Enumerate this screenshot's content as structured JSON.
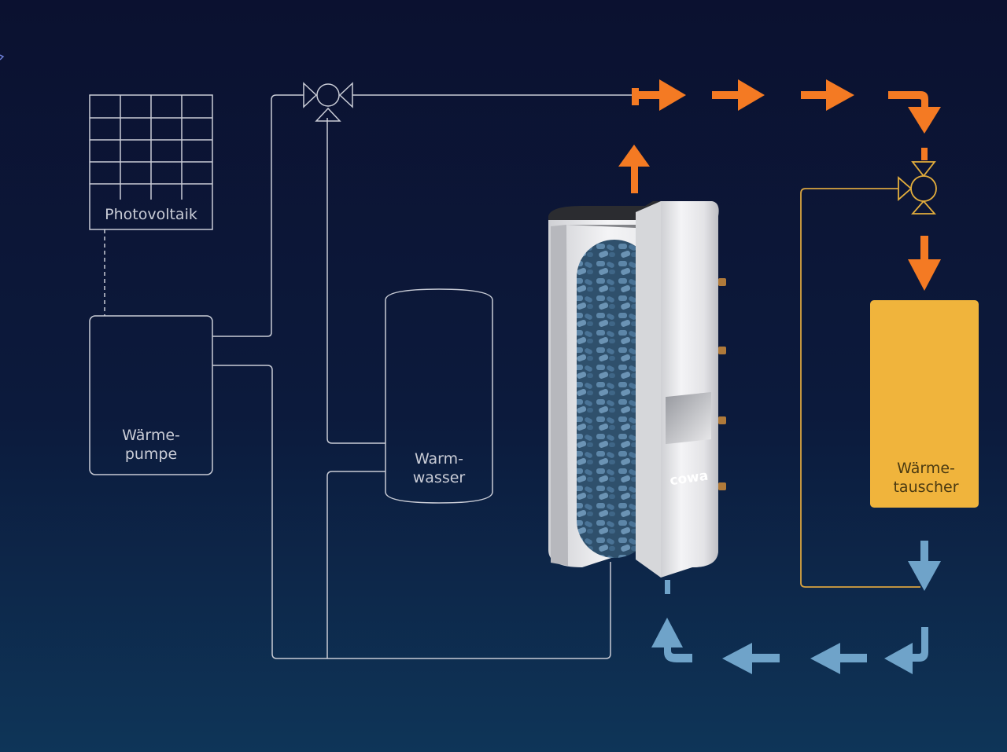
{
  "labels": {
    "photovoltaik": "Photovoltaik",
    "waermepumpe_line1": "Wärme-",
    "waermepumpe_line2": "pumpe",
    "warmwasser_line1": "Warm-",
    "warmwasser_line2": "wasser",
    "waermetauscher_line1": "Wärme-",
    "waermetauscher_line2": "tauscher",
    "brand": "cowa"
  },
  "colors": {
    "background_top": "#0b1130",
    "background_bottom": "#0e3558",
    "line": "#c9ccd6",
    "hot_flow": "#f47a23",
    "cold_flow": "#6fa3c9",
    "heat_exchanger": "#f0b43c",
    "heat_exchanger_loop": "#d9a440",
    "storage_shell": "#e8e8ea",
    "storage_fill": "#3f6687"
  },
  "icons": {
    "valve_top": "three-way-valve-icon",
    "valve_right": "three-way-valve-icon",
    "hot_arrows": "arrow-icon",
    "cold_arrows": "arrow-icon"
  }
}
